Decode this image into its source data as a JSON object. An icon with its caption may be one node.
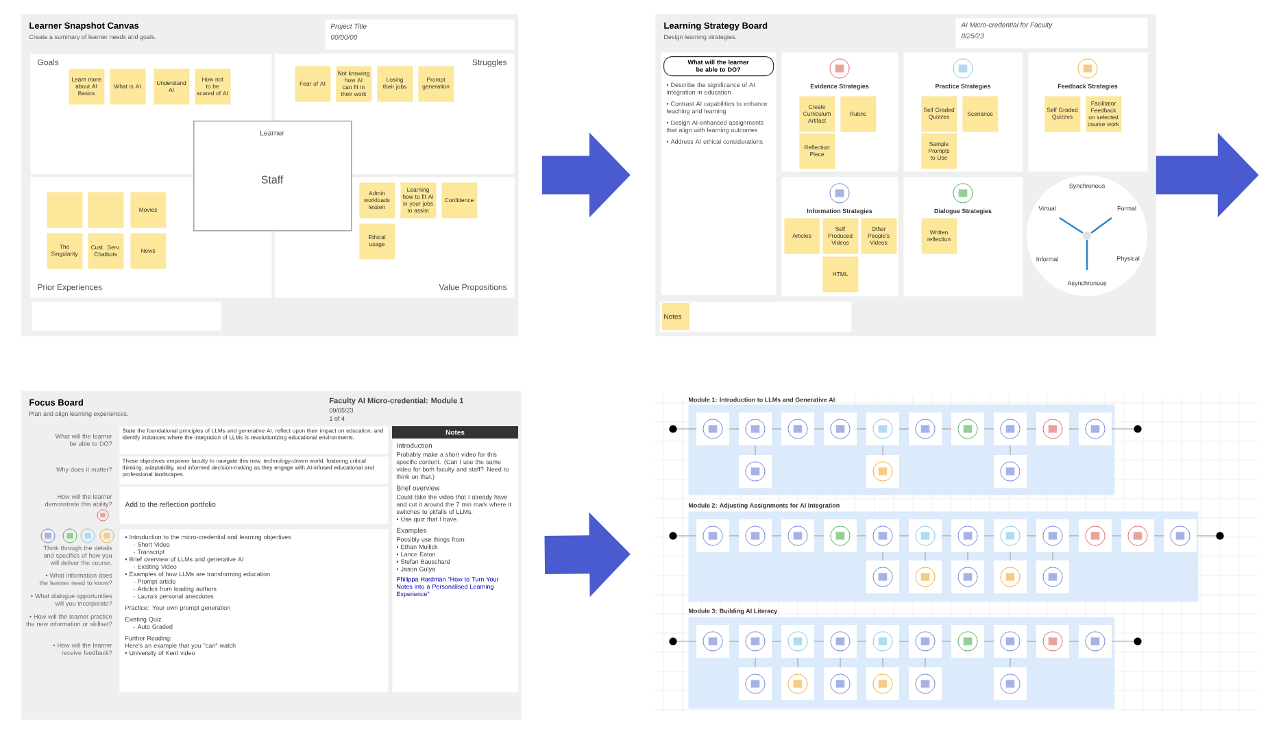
{
  "diagram": {
    "nodes": [
      {
        "text": [
          "Learner Snapshot Canvas",
          "Create a summary of learner needs and goals."
        ]
      },
      {
        "text": [
          "Project Title",
          "00/00/00"
        ],
        "in": 0
      },
      {
        "text": [
          "Goals"
        ],
        "in": 0
      },
      {
        "text": [
          "Struggles"
        ],
        "in": 0
      },
      {
        "text": [
          "Prior Experiences"
        ],
        "in": 0
      },
      {
        "text": [
          "Value Propositions"
        ],
        "in": 0
      },
      {
        "text": [
          "Learner",
          "Staff"
        ],
        "in": 0
      },
      {
        "text": [
          "Learn more about AI Basics"
        ],
        "in": 2
      },
      {
        "text": [
          "What is AI"
        ],
        "in": 2
      },
      {
        "text": [
          "Understand AI"
        ],
        "in": 2
      },
      {
        "text": [
          "How not to be scared of AI"
        ],
        "in": 2
      },
      {
        "text": [
          "Fear of AI"
        ],
        "in": 3
      },
      {
        "text": [
          "Not knowing how AI can fit in their work"
        ],
        "in": 3
      },
      {
        "text": [
          "Losing their jobs"
        ],
        "in": 3
      },
      {
        "text": [
          "Prompt generation"
        ],
        "in": 3
      },
      {
        "text": [],
        "shape": "box",
        "in": 4
      },
      {
        "text": [],
        "shape": "box",
        "in": 4
      },
      {
        "text": [
          "Movies"
        ],
        "in": 4
      },
      {
        "text": [
          "The Singularity"
        ],
        "in": 4
      },
      {
        "text": [
          "Cust. Serv. Chatbots"
        ],
        "in": 4
      },
      {
        "text": [
          "News"
        ],
        "in": 4
      },
      {
        "text": [
          "Admin workloads lessen"
        ],
        "in": 5
      },
      {
        "text": [
          "Learning how to fit AI in your jobs to assist"
        ],
        "in": 5
      },
      {
        "text": [
          "Confidence"
        ],
        "in": 5
      },
      {
        "text": [
          "Ethical usage"
        ],
        "in": 5
      },
      {
        "text": [
          "Learning Strategy Board",
          "Design learning strategies."
        ]
      },
      {
        "text": [
          "AI Micro-credential for Faculty",
          "8/25/23"
        ],
        "in": 25
      },
      {
        "text": [
          "• Describe the significance of AI integration in education",
          "• Contrast AI capabilities to enhance teaching and learning",
          "• Design AI-enhanced assignments that align with learning outcomes",
          "• Address AI ethical considerations"
        ],
        "in": 25
      },
      {
        "text": [
          "What will the learner be able to DO?"
        ],
        "in": 27
      },
      {
        "text": [
          "Evidence Strategies"
        ],
        "in": 25
      },
      {
        "text": [
          "Create Curriculum Artifact"
        ],
        "in": 29
      },
      {
        "text": [
          "Rubric"
        ],
        "in": 29
      },
      {
        "text": [
          "Reflection Piece"
        ],
        "in": 29
      },
      {
        "text": [
          "Practice Strategies"
        ],
        "in": 25
      },
      {
        "text": [
          "Self Graded Quizzes"
        ],
        "in": 33
      },
      {
        "text": [
          "Scenarios"
        ],
        "in": 33
      },
      {
        "text": [
          "Sample Prompts to Use"
        ],
        "in": 33
      },
      {
        "text": [
          "Feedback Strategies"
        ],
        "in": 25
      },
      {
        "text": [
          "Self Graded Quizzes"
        ],
        "in": 37
      },
      {
        "text": [
          "Facilitator Feedback on selected course work"
        ],
        "in": 37
      },
      {
        "text": [
          "Information Strategies"
        ],
        "in": 25
      },
      {
        "text": [
          "Articles"
        ],
        "in": 40
      },
      {
        "text": [
          "Self Produced Videos"
        ],
        "in": 40
      },
      {
        "text": [
          "Other People's Videos"
        ],
        "in": 40
      },
      {
        "text": [
          "HTML"
        ],
        "in": 40
      },
      {
        "text": [
          "Dialogue Strategies"
        ],
        "in": 25
      },
      {
        "text": [
          "Written reflection"
        ],
        "in": 45
      },
      {
        "text": [
          "Synchronous",
          "Virtual",
          "Formal",
          "Informal",
          "Physical",
          "Asynchronous"
        ],
        "in": 25
      },
      {
        "text": [
          "Notes"
        ],
        "in": 25
      },
      {
        "text": [
          "Focus Board",
          "Plan and align learning experiences."
        ]
      },
      {
        "text": [
          "Faculty AI Micro-credential: Module 1",
          "09/05/23",
          "1 of 4"
        ],
        "in": 49
      },
      {
        "text": [
          "State the foundational principles of LLMs and generative AI, reflect upon their impact on education, and identify instances where the integration of LLMs is revolutionizing educational environments."
        ],
        "beside": [
          "What will the learner be able to DO?"
        ],
        "in": 49
      },
      {
        "text": [
          "These objectives empower faculty to navigate this new, technology-driven world, fostering critical thinking, adaptability, and informed decision-making as they engage with AI-infused educational and professional landscapes."
        ],
        "beside": [
          "Why does it matter?"
        ],
        "in": 49
      },
      {
        "text": [
          "Add to the reflection portfolio"
        ],
        "beside": [
          "How will the learner demonstrate this ability?"
        ],
        "in": 49
      },
      {
        "text": [
          "• Introduction to the micro-credential and learning objectives",
          "- Short Video",
          "- Transcript",
          "• Brief overview of LLMs and generative AI",
          "- Existing Video",
          "• Examples of how LLMs are transforming education",
          "- Prompt article",
          "- Articles from leading authors",
          "- Laura's personal anecdotes",
          "Practice: Your own prompt generation",
          "Existing Quiz",
          "- Auto Graded",
          "Further Reading:",
          "Here's an example that you \"can\" watch",
          "• University of Kent video"
        ],
        "beside": [
          "Think through the details and specifics of how you will deliver the course.",
          "• What information does the learner need to know?",
          "• What dialogue opportunities will you incorporate?",
          "• How will the learner practice the new information or skillset?",
          "• How will the learner receive feedback?"
        ],
        "in": 49
      },
      {
        "text": [
          "Notes",
          "Introduction",
          "Probably make a short video for this specific content. (Can I use the same video for both faculty and staff? Need to think on that.)",
          "Brief overview",
          "Could take the video that I already have and cut it around the 7 min mark where it switches to pitfalls of LLMs.",
          "• Use quiz that I have.",
          "Examples",
          "Possibly use things from:",
          "• Ethan Mollick",
          "• Lance Eaton",
          "• Stefan Bauschard",
          "• Jason Gulya",
          "Philippa Hardman \"How to Turn Your Notes into a Personalised Learning Experience\""
        ],
        "in": 49
      },
      {
        "text": [],
        "shape": "box"
      },
      {
        "text": [
          "Module 1: Introduction to LLMs and Generative AI"
        ],
        "in": 56
      },
      {
        "text": [
          "Module 2: Adjusting Assignments for AI Integration"
        ],
        "in": 56
      },
      {
        "text": [
          "Module 3: Building AI Literacy"
        ],
        "in": 56
      },
      {
        "text": [],
        "shape": "box",
        "in": 0
      }
    ],
    "edges": [
      {
        "from": 0,
        "to": 25,
        "arrow": "to"
      },
      {
        "from": 25,
        "to": null,
        "arrow": "to"
      },
      {
        "from": 49,
        "to": 56,
        "arrow": "to"
      }
    ]
  }
}
